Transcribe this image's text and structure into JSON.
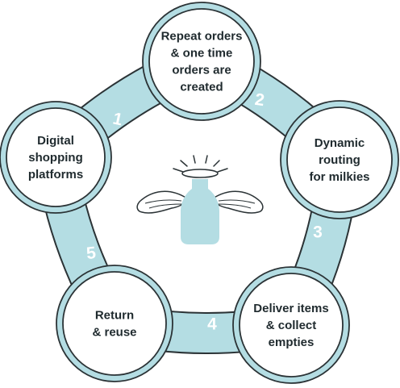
{
  "colors": {
    "accent": "#b4dde3",
    "outline": "#2b3336",
    "node_fill": "#ffffff"
  },
  "nodes": [
    {
      "id": "n-top",
      "lines": [
        "Repeat orders",
        "& one time",
        "orders are",
        "created"
      ]
    },
    {
      "id": "n-right",
      "lines": [
        "Dynamic",
        "routing",
        "for milkies"
      ]
    },
    {
      "id": "n-bottom-right",
      "lines": [
        "Deliver items",
        "& collect",
        "empties"
      ]
    },
    {
      "id": "n-bottom-left",
      "lines": [
        "Return",
        "& reuse"
      ]
    },
    {
      "id": "n-left",
      "lines": [
        "Digital",
        "shopping",
        "platforms"
      ]
    }
  ],
  "steps": [
    "1",
    "2",
    "3",
    "4",
    "5"
  ],
  "center_icon": "winged-milk-bottle-icon"
}
